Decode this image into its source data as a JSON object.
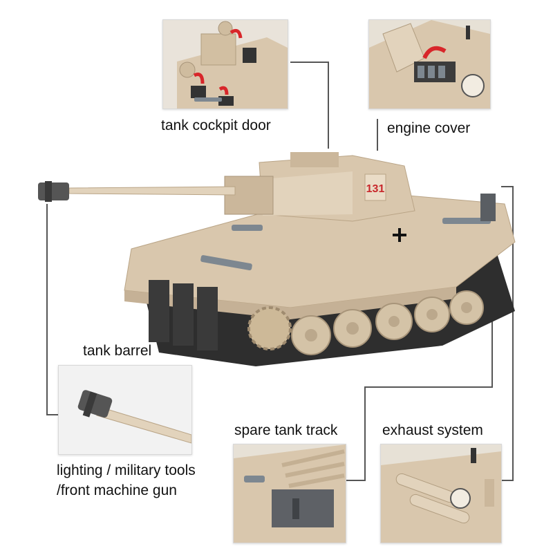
{
  "callouts": {
    "cockpit_door": "tank cockpit door",
    "engine_cover": "engine cover",
    "tank_barrel": "tank barrel",
    "tools": {
      "line1": "lighting / military tools",
      "line2": "/front machine gun"
    },
    "spare_track": "spare tank track",
    "exhaust": "exhaust system"
  },
  "turret_number": "131",
  "colors": {
    "tan": "#d9c7ad",
    "tan_dark": "#b9a486",
    "tan_light": "#eadcc7",
    "track": "#2e2e2e",
    "tool_gray": "#7d8790",
    "line": "#555555",
    "arrow_red": "#d8262a",
    "number_red": "#c8282c"
  }
}
